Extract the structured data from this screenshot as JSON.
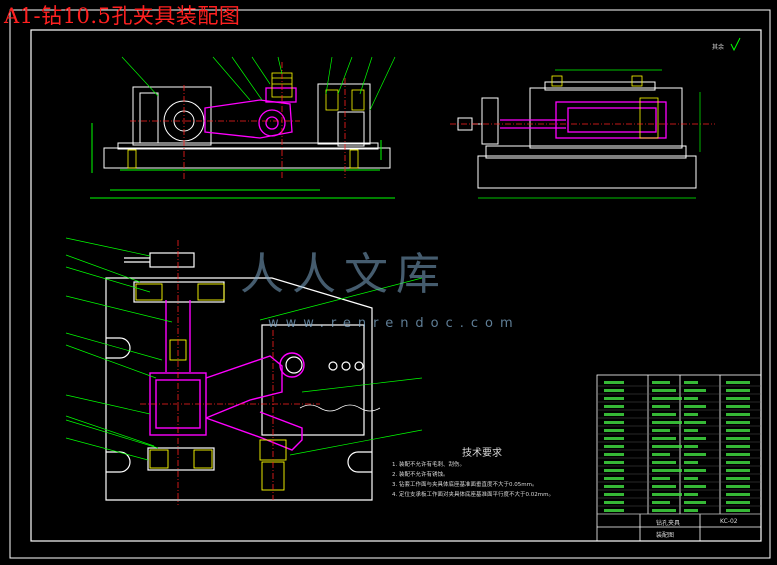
{
  "title": "A1-钻10.5孔夹具装配图",
  "watermark": {
    "text": "人人文库",
    "url": "www.renrendoc.com"
  },
  "corner_mark": "其余",
  "technical_requirements": {
    "heading": "技术要求",
    "items": [
      "1. 装配不允许有毛刺、刮伤。",
      "2. 装配不允许有锈蚀。",
      "3. 钻套工作面与夹具体底座基准面垂直度不大于0.05mm。",
      "4. 定位支承板工作面对夹具体底座基准面平行度不大于0.02mm。"
    ]
  },
  "title_block": {
    "drawing_name": "钻孔夹具",
    "drawing_type": "装配图",
    "code": "KC-02"
  },
  "colors": {
    "frame": "#ffffff",
    "outline": "#ffffff",
    "leader": "#00ff00",
    "accent": "#ff00ff",
    "centerline": "#ff2020",
    "hatch": "#ffff00",
    "dimension": "#00ff00",
    "title": "#ff2020"
  }
}
